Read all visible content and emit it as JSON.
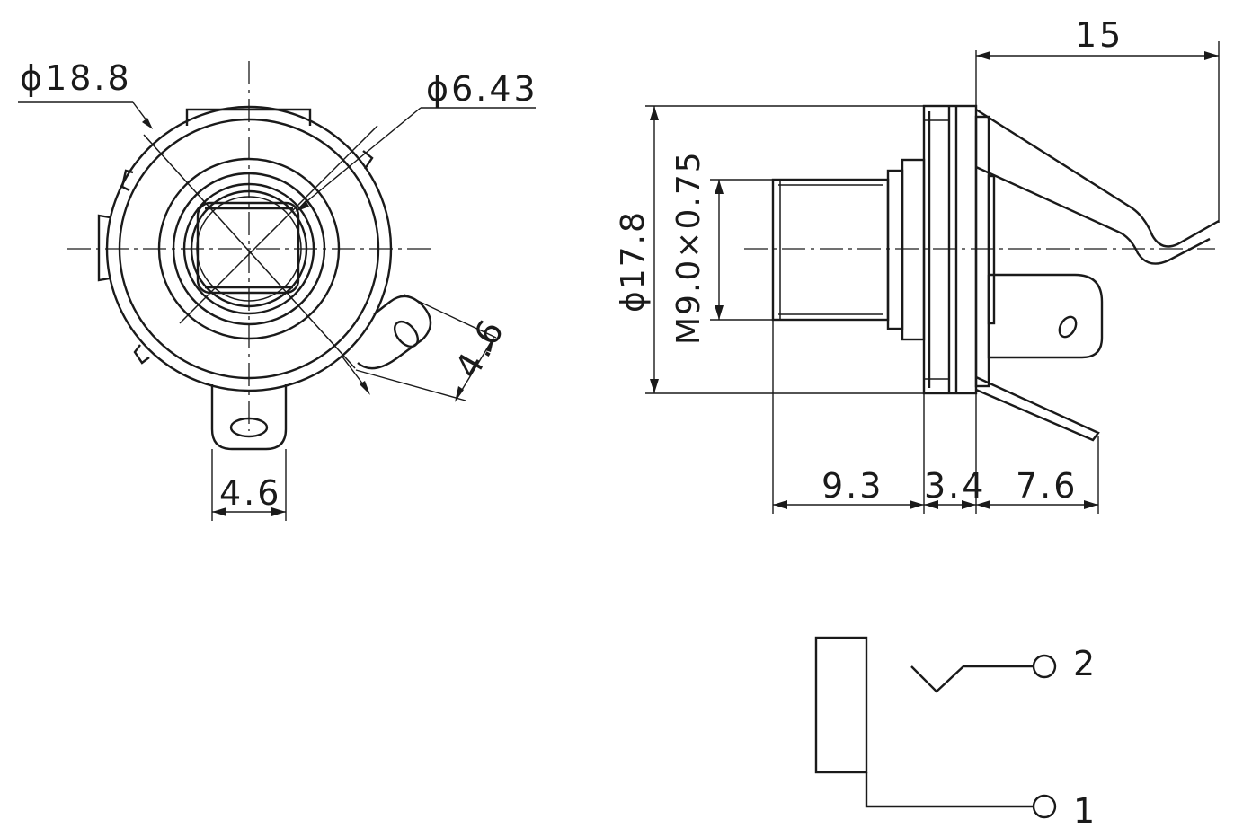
{
  "front_view": {
    "dim_outer_diameter": "ϕ18.8",
    "dim_bore_diameter": "ϕ6.43",
    "dim_side_lug_width": "4.6",
    "dim_bottom_lug_width": "4.6"
  },
  "side_view": {
    "dim_total_length": "15",
    "dim_flange_diameter": "ϕ17.8",
    "dim_thread": "M9.0×0.75",
    "dim_bushing_length": "9.3",
    "dim_flange_thickness": "3.4",
    "dim_terminal_length": "7.6"
  },
  "schematic": {
    "pin_2_label": "2",
    "pin_1_label": "1"
  },
  "colors": {
    "line": "#1a1a1a",
    "background": "#ffffff"
  }
}
